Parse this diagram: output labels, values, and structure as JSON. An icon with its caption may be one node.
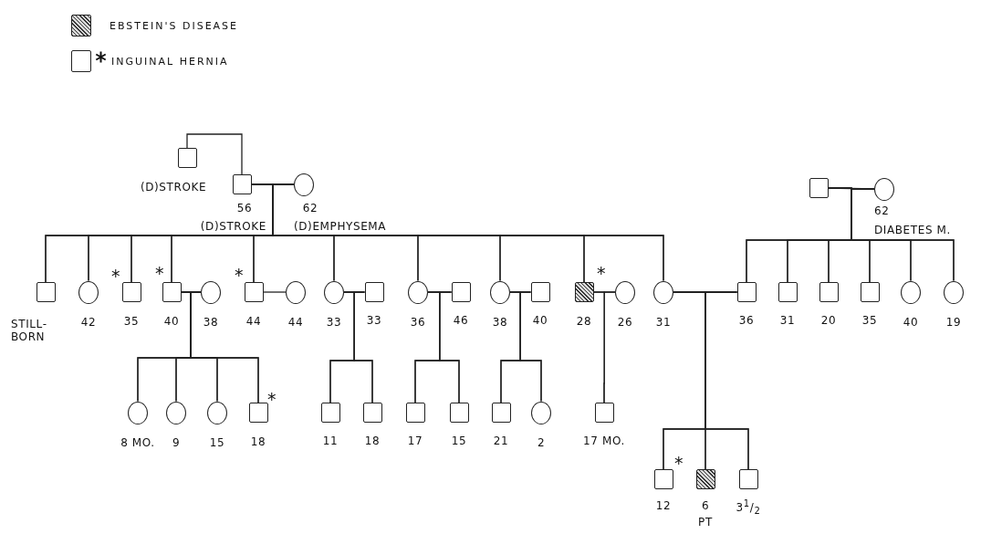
{
  "diagram": {
    "nodes": [
      {
        "text": [],
        "shape": "box",
        "beside": [
          "(D)STROKE"
        ]
      },
      {
        "text": [],
        "shape": "box",
        "beside": [
          "56",
          "(D)STROKE"
        ]
      },
      {
        "text": [],
        "shape": "circle",
        "beside": [
          "62",
          "(D)EMPHYSEMA"
        ]
      },
      {
        "text": [],
        "shape": "box"
      },
      {
        "text": [],
        "shape": "circle",
        "beside": [
          "62",
          "DIABETES M."
        ]
      },
      {
        "text": [],
        "shape": "box",
        "beside": [
          "STILL- BORN"
        ]
      },
      {
        "text": [],
        "shape": "circle",
        "beside": [
          "42"
        ]
      },
      {
        "text": [],
        "shape": "box",
        "beside": [
          "*",
          "35"
        ]
      },
      {
        "text": [],
        "shape": "box",
        "beside": [
          "*",
          "40"
        ]
      },
      {
        "text": [],
        "shape": "circle",
        "beside": [
          "38"
        ]
      },
      {
        "text": [],
        "shape": "box",
        "beside": [
          "*",
          "44"
        ]
      },
      {
        "text": [],
        "shape": "circle",
        "beside": [
          "44"
        ]
      },
      {
        "text": [],
        "shape": "circle",
        "beside": [
          "33"
        ]
      },
      {
        "text": [],
        "shape": "box",
        "beside": [
          "33"
        ]
      },
      {
        "text": [],
        "shape": "circle",
        "beside": [
          "36"
        ]
      },
      {
        "text": [],
        "shape": "box",
        "beside": [
          "46"
        ]
      },
      {
        "text": [],
        "shape": "circle",
        "beside": [
          "38"
        ]
      },
      {
        "text": [],
        "shape": "box",
        "beside": [
          "40"
        ]
      },
      {
        "text": [],
        "shape": "hatched",
        "beside": [
          "*",
          "28"
        ]
      },
      {
        "text": [],
        "shape": "circle",
        "beside": [
          "26"
        ]
      },
      {
        "text": [],
        "shape": "circle",
        "beside": [
          "31"
        ]
      },
      {
        "text": [],
        "shape": "box",
        "beside": [
          "36"
        ]
      },
      {
        "text": [],
        "shape": "box",
        "beside": [
          "31"
        ]
      },
      {
        "text": [],
        "shape": "box",
        "beside": [
          "20"
        ]
      },
      {
        "text": [],
        "shape": "box",
        "beside": [
          "35"
        ]
      },
      {
        "text": [],
        "shape": "circle",
        "beside": [
          "40"
        ]
      },
      {
        "text": [],
        "shape": "circle",
        "beside": [
          "19"
        ]
      },
      {
        "text": [],
        "shape": "circle",
        "beside": [
          "8 MO."
        ]
      },
      {
        "text": [],
        "shape": "circle",
        "beside": [
          "9"
        ]
      },
      {
        "text": [],
        "shape": "circle",
        "beside": [
          "15"
        ]
      },
      {
        "text": [],
        "shape": "box",
        "beside": [
          "*",
          "18"
        ]
      },
      {
        "text": [],
        "shape": "box",
        "beside": [
          "11"
        ]
      },
      {
        "text": [],
        "shape": "box",
        "beside": [
          "18"
        ]
      },
      {
        "text": [],
        "shape": "box",
        "beside": [
          "17"
        ]
      },
      {
        "text": [],
        "shape": "box",
        "beside": [
          "15"
        ]
      },
      {
        "text": [],
        "shape": "box",
        "beside": [
          "21"
        ]
      },
      {
        "text": [],
        "shape": "circle",
        "beside": [
          "2"
        ]
      },
      {
        "text": [],
        "shape": "box",
        "beside": [
          "17 MO."
        ]
      },
      {
        "text": [],
        "shape": "box",
        "beside": [
          "*",
          "12"
        ]
      },
      {
        "text": [],
        "shape": "hatched",
        "beside": [
          "6",
          "PT"
        ]
      },
      {
        "text": [],
        "shape": "box",
        "beside": [
          "3$^{1}$/$_{2}$"
        ]
      }
    ],
    "edges": [
      {
        "from": 0,
        "to": 1,
        "arrow": "none"
      },
      {
        "from": 1,
        "to": 2,
        "arrow": "none"
      },
      {
        "from": 3,
        "to": 4,
        "arrow": "none"
      },
      {
        "from": 8,
        "to": 9,
        "arrow": "none"
      },
      {
        "from": 10,
        "to": 11,
        "arrow": "none"
      },
      {
        "from": 12,
        "to": 13,
        "arrow": "none"
      },
      {
        "from": 14,
        "to": 15,
        "arrow": "none"
      },
      {
        "from": 16,
        "to": 17,
        "arrow": "none"
      },
      {
        "from": 18,
        "to": 19,
        "arrow": "none"
      },
      {
        "from": 20,
        "to": 21,
        "arrow": "none"
      },
      {
        "from": 1,
        "to": 5,
        "arrow": "none"
      },
      {
        "from": 2,
        "to": 5,
        "arrow": "none"
      },
      {
        "from": 1,
        "to": 6,
        "arrow": "none"
      },
      {
        "from": 2,
        "to": 6,
        "arrow": "none"
      },
      {
        "from": 1,
        "to": 7,
        "arrow": "none"
      },
      {
        "from": 2,
        "to": 7,
        "arrow": "none"
      },
      {
        "from": 1,
        "to": 8,
        "arrow": "none"
      },
      {
        "from": 2,
        "to": 8,
        "arrow": "none"
      },
      {
        "from": 1,
        "to": 10,
        "arrow": "none"
      },
      {
        "from": 2,
        "to": 10,
        "arrow": "none"
      },
      {
        "from": 1,
        "to": 12,
        "arrow": "none"
      },
      {
        "from": 2,
        "to": 12,
        "arrow": "none"
      },
      {
        "from": 1,
        "to": 14,
        "arrow": "none"
      },
      {
        "from": 2,
        "to": 14,
        "arrow": "none"
      },
      {
        "from": 1,
        "to": 16,
        "arrow": "none"
      },
      {
        "from": 2,
        "to": 16,
        "arrow": "none"
      },
      {
        "from": 1,
        "to": 18,
        "arrow": "none"
      },
      {
        "from": 2,
        "to": 18,
        "arrow": "none"
      },
      {
        "from": 1,
        "to": 20,
        "arrow": "none"
      },
      {
        "from": 2,
        "to": 20,
        "arrow": "none"
      },
      {
        "from": 3,
        "to": 21,
        "arrow": "none"
      },
      {
        "from": 4,
        "to": 21,
        "arrow": "none"
      },
      {
        "from": 3,
        "to": 22,
        "arrow": "none"
      },
      {
        "from": 4,
        "to": 22,
        "arrow": "none"
      },
      {
        "from": 3,
        "to": 23,
        "arrow": "none"
      },
      {
        "from": 4,
        "to": 23,
        "arrow": "none"
      },
      {
        "from": 3,
        "to": 24,
        "arrow": "none"
      },
      {
        "from": 4,
        "to": 24,
        "arrow": "none"
      },
      {
        "from": 3,
        "to": 25,
        "arrow": "none"
      },
      {
        "from": 4,
        "to": 25,
        "arrow": "none"
      },
      {
        "from": 3,
        "to": 26,
        "arrow": "none"
      },
      {
        "from": 4,
        "to": 26,
        "arrow": "none"
      },
      {
        "from": 8,
        "to": 27,
        "arrow": "none"
      },
      {
        "from": 9,
        "to": 27,
        "arrow": "none"
      },
      {
        "from": 8,
        "to": 28,
        "arrow": "none"
      },
      {
        "from": 9,
        "to": 28,
        "arrow": "none"
      },
      {
        "from": 8,
        "to": 29,
        "arrow": "none"
      },
      {
        "from": 9,
        "to": 29,
        "arrow": "none"
      },
      {
        "from": 8,
        "to": 30,
        "arrow": "none"
      },
      {
        "from": 9,
        "to": 30,
        "arrow": "none"
      },
      {
        "from": 12,
        "to": 31,
        "arrow": "none"
      },
      {
        "from": 13,
        "to": 31,
        "arrow": "none"
      },
      {
        "from": 12,
        "to": 32,
        "arrow": "none"
      },
      {
        "from": 13,
        "to": 32,
        "arrow": "none"
      },
      {
        "from": 14,
        "to": 33,
        "arrow": "none"
      },
      {
        "from": 15,
        "to": 33,
        "arrow": "none"
      },
      {
        "from": 14,
        "to": 34,
        "arrow": "none"
      },
      {
        "from": 15,
        "to": 34,
        "arrow": "none"
      },
      {
        "from": 16,
        "to": 35,
        "arrow": "none"
      },
      {
        "from": 17,
        "to": 35,
        "arrow": "none"
      },
      {
        "from": 16,
        "to": 36,
        "arrow": "none"
      },
      {
        "from": 17,
        "to": 36,
        "arrow": "none"
      },
      {
        "from": 18,
        "to": 37,
        "arrow": "none"
      },
      {
        "from": 19,
        "to": 37,
        "arrow": "none"
      },
      {
        "from": 20,
        "to": 38,
        "arrow": "none"
      },
      {
        "from": 21,
        "to": 38,
        "arrow": "none"
      },
      {
        "from": 20,
        "to": 39,
        "arrow": "none"
      },
      {
        "from": 21,
        "to": 39,
        "arrow": "none"
      },
      {
        "from": 20,
        "to": 40,
        "arrow": "none"
      },
      {
        "from": 21,
        "to": 40,
        "arrow": "none"
      }
    ],
    "legend": [
      {
        "text": "EBSTEIN'S DISEASE"
      },
      {
        "text": "INGUINAL HERNIA"
      }
    ]
  }
}
